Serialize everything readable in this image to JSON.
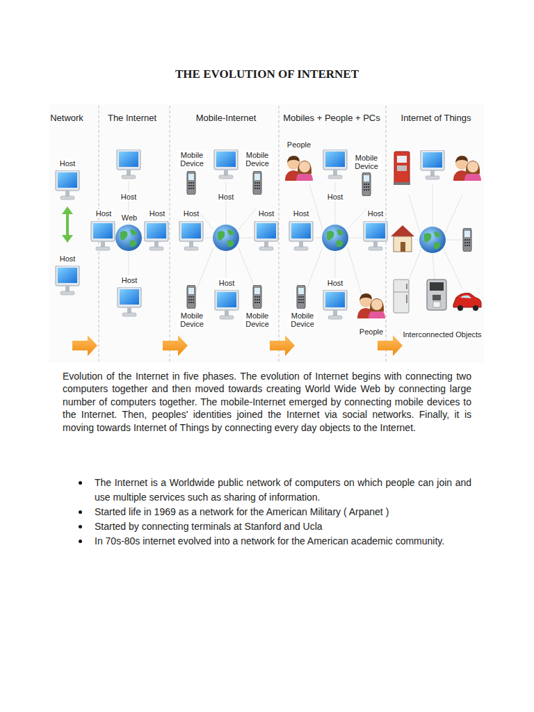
{
  "diagram": {
    "title": "THE EVOLUTION OF INTERNET",
    "labels": [
      "Network",
      "The Internet",
      "Mobile-Internet",
      "Mobiles + People + PCs",
      "Internet of Things",
      "Host",
      "Host",
      "Host",
      "Host",
      "Web",
      "Host",
      "Host",
      "Mobile Device",
      "Mobile Device",
      "Host",
      "Host",
      "Host",
      "Host",
      "Mobile Device",
      "Mobile Device",
      "People",
      "Mobile Device",
      "Host",
      "Host",
      "Host",
      "Host",
      "Mobile Device",
      "People",
      "Interconnected Objects",
      "Evolution of the Internet in five phases. The evolution of Internet begins with connecting two computers together and then moved towards creating World Wide Web by connecting large number of computers together. The mobile-Internet emerged by connecting mobile devices to the Internet. Then, peoples' identities joined the Internet via social networks. Finally, it is moving towards Internet of Things by connecting every day objects to the Internet.",
      "The Internet is a Worldwide public network of computers on which people can join and use multiple services such as sharing of information.",
      "Started life in 1969 as a network for the American Military ( Arpanet )",
      "Started by connecting terminals at Stanford and Ucla",
      "In 70s-80s internet evolved into a network for the American academic community."
    ]
  }
}
